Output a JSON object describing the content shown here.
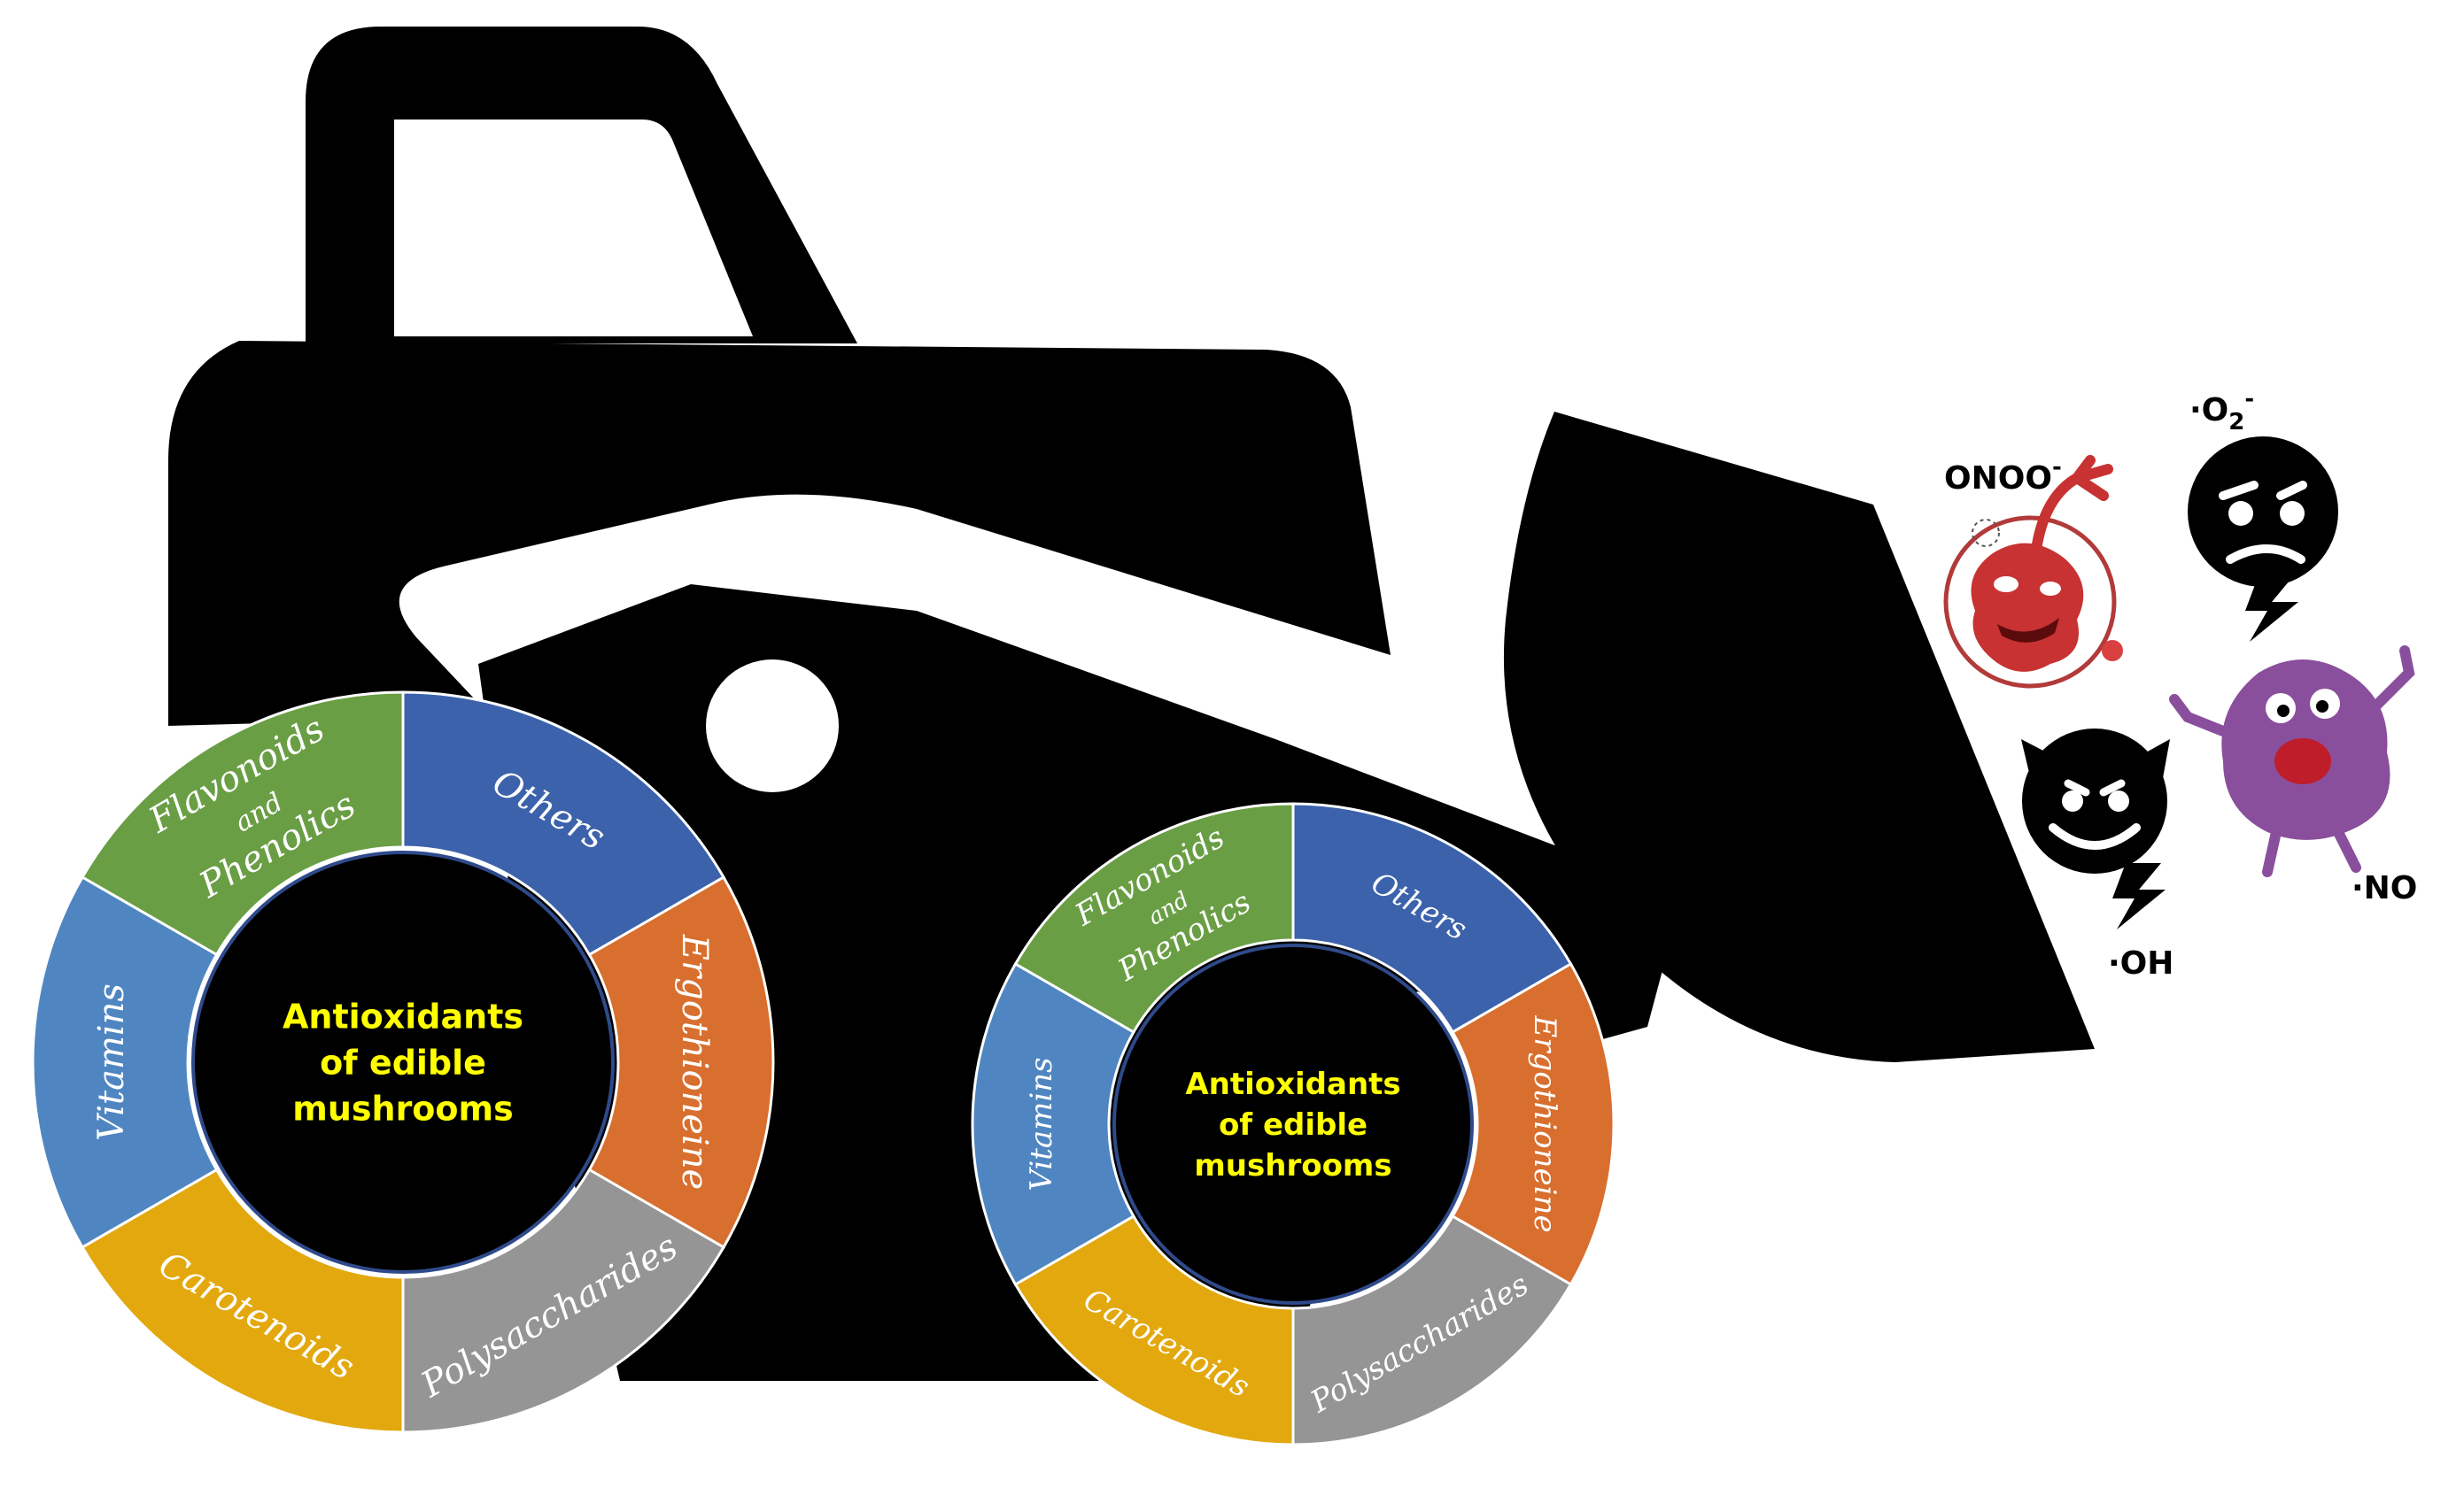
{
  "wheels": [
    {
      "center_lines": [
        "Antioxidants",
        "of edible",
        "mushrooms"
      ],
      "segments": [
        {
          "label_lines": [
            "Flavonoids",
            "and",
            "Phenolics"
          ],
          "color": "#6a9e45"
        },
        {
          "label_lines": [
            "Others"
          ],
          "color": "#3c62ab"
        },
        {
          "label_lines": [
            "Ergothioneine"
          ],
          "color": "#d86f2e"
        },
        {
          "label_lines": [
            "Polysaccharides"
          ],
          "color": "#959595"
        },
        {
          "label_lines": [
            "Carotenoids"
          ],
          "color": "#e2a80e"
        },
        {
          "label_lines": [
            "Vitamins"
          ],
          "color": "#4f86c1"
        }
      ]
    },
    {
      "center_lines": [
        "Antioxidants",
        "of edible",
        "mushrooms"
      ],
      "segments": [
        {
          "label_lines": [
            "Flavonoids",
            "and",
            "Phenolics"
          ],
          "color": "#6a9e45"
        },
        {
          "label_lines": [
            "Others"
          ],
          "color": "#3c62ab"
        },
        {
          "label_lines": [
            "Ergothioneine"
          ],
          "color": "#d86f2e"
        },
        {
          "label_lines": [
            "Polysaccharides"
          ],
          "color": "#959595"
        },
        {
          "label_lines": [
            "Carotenoids"
          ],
          "color": "#e2a80e"
        },
        {
          "label_lines": [
            "Vitamins"
          ],
          "color": "#4f86c1"
        }
      ]
    }
  ],
  "radicals": [
    {
      "label": "ONOO",
      "superscript": "-",
      "icon": "peroxynitrite-monster-icon"
    },
    {
      "label": "·O",
      "subscript": "2",
      "superscript": "-",
      "icon": "angry-face-icon"
    },
    {
      "label": "·OH",
      "icon": "devil-face-icon"
    },
    {
      "label": "·NO",
      "icon": "purple-germ-icon"
    }
  ],
  "colors": {
    "loader": "#000000",
    "center_text": "#ffff00",
    "segment_text": "#ffffff"
  }
}
